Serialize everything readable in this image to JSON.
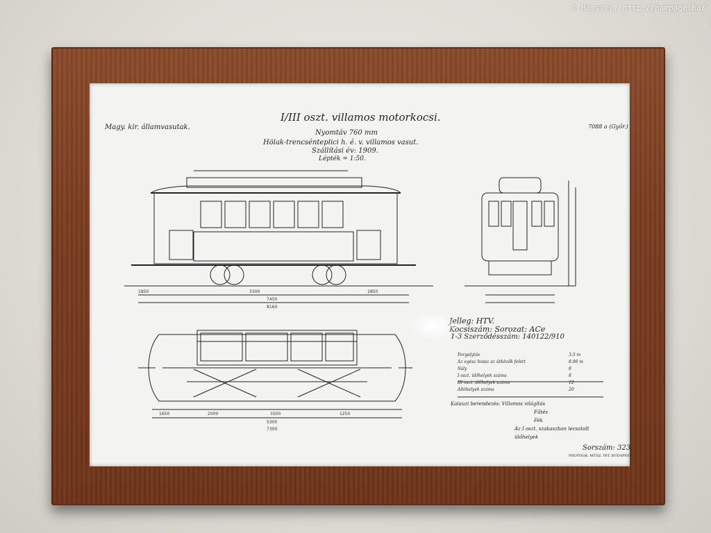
{
  "credit": "© Hamster, http://hampage.hu/",
  "drawing": {
    "org": "Magy. kir. államvasutak.",
    "title": "I/III oszt. villamos motorkocsi.",
    "gauge": "Nyomtáv 760 mm",
    "railway": "Hölak-trencsénteplici h. é. v. villamos vasut.",
    "built": "Szállítási év: 1909.",
    "scale": "Lépték = 1:50.",
    "ref": "7088 a (Győr.)",
    "info1": "Jelleg: HTV.",
    "info2": "Kocsiszám: Sorozat: ACe",
    "info3": "1-3   Szerződésszám: 140122/910",
    "specs": [
      "Forgalytáv",
      "Az egész hossz az ütközők felett",
      "Súly",
      "I oszt. ülőhelyek száma",
      "III oszt. ülőhelyek száma",
      "Állóhelyek száma"
    ],
    "spec_values": [
      "3.5 m",
      "8.06 m",
      "8",
      "8",
      "12",
      "20"
    ],
    "notes": [
      "Kalauzi berendezés: Villamos világítás",
      "Fűtés",
      "Fék",
      "Az I oszt. szakaszban lecsatolt",
      "ülőhelyek"
    ],
    "signature": "Sorszám: 323.",
    "printer": "PHOTOGR. MŰSZ. INT. BUDAPEST",
    "dims_top": [
      "1850",
      "3300",
      "1850",
      "7450",
      "8160"
    ],
    "dims_bottom": [
      "1650",
      "2000",
      "3500",
      "1250",
      "5300",
      "7300"
    ]
  }
}
